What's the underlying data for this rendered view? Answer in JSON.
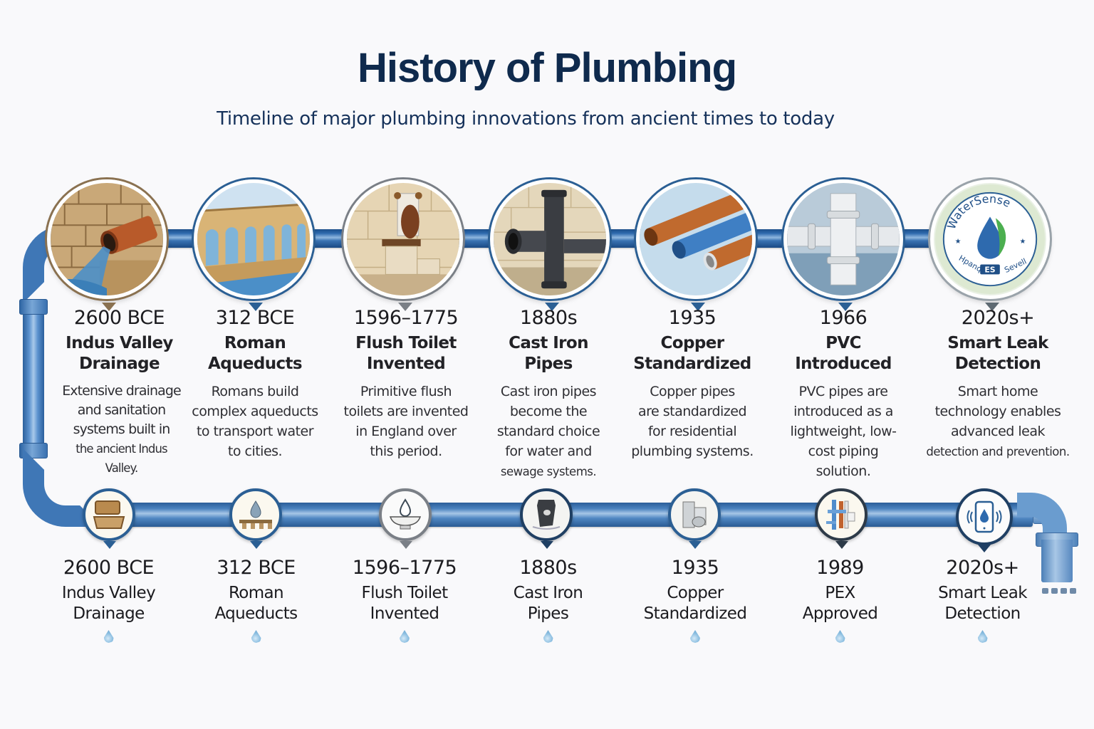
{
  "header": {
    "title": "History of Plumbing",
    "subtitle": "Timeline of major plumbing innovations from ancient times to today"
  },
  "colors": {
    "title": "#0f2a4d",
    "pipe": "#2e6aae",
    "ring_blue": "#2b5f94",
    "ring_bronze": "#8a7150",
    "ring_gray": "#7a7f86"
  },
  "top_timeline": [
    {
      "year": "2600 BCE",
      "name_line1": "Indus Valley",
      "name_line2": "Drainage",
      "desc": [
        "Extensive drainage",
        "and sanitation",
        "systems built in",
        "the ancient Indus",
        "Valley."
      ],
      "image": "stone-drain-pipe-illustration"
    },
    {
      "year": "312 BCE",
      "name_line1": "Roman",
      "name_line2": "Aqueducts",
      "desc": [
        "Romans build",
        "complex aqueducts",
        "to transport water",
        "to cities."
      ],
      "image": "roman-aqueduct-illustration"
    },
    {
      "year": "1596–1775",
      "name_line1": "Flush Toilet",
      "name_line2": "Invented",
      "desc": [
        "Primitive flush",
        "toilets are invented",
        "in England over",
        "this period."
      ],
      "image": "early-flush-toilet-illustration"
    },
    {
      "year": "1880s",
      "name_line1": "Cast Iron",
      "name_line2": "Pipes",
      "desc": [
        "Cast iron pipes",
        "become the",
        "standard choice",
        "for water and",
        "sewage systems."
      ],
      "image": "cast-iron-pipe-tee-illustration"
    },
    {
      "year": "1935",
      "name_line1": "Copper",
      "name_line2": "Standardized",
      "desc": [
        "Copper pipes",
        "are standardized",
        "for residential",
        "plumbing systems."
      ],
      "image": "copper-pipes-illustration"
    },
    {
      "year": "1966",
      "name_line1": "PVC",
      "name_line2": "Introduced",
      "desc": [
        "PVC pipes are",
        "introduced as a",
        "lightweight, low-",
        "cost piping",
        "solution."
      ],
      "image": "pvc-pipe-fitting-illustration"
    },
    {
      "year": "2020s+",
      "name_line1": "Smart Leak",
      "name_line2": "Detection",
      "desc": [
        "Smart home",
        "technology enables",
        "advanced leak",
        "detection and prevention."
      ],
      "image": "watersense-badge",
      "badge_text_top": "WaterSense",
      "badge_text_left": "Hpanq",
      "badge_text_mid": "ES",
      "badge_text_right": "Sevell"
    }
  ],
  "bottom_timeline": [
    {
      "year": "2600 BCE",
      "name_line1": "Indus Valley",
      "name_line2": "Drainage",
      "icon": "brick-icon"
    },
    {
      "year": "312 BCE",
      "name_line1": "Roman",
      "name_line2": "Aqueducts",
      "icon": "aqueduct-drop-icon"
    },
    {
      "year": "1596–1775",
      "name_line1": "Flush Toilet",
      "name_line2": "Invented",
      "icon": "basin-drop-icon"
    },
    {
      "year": "1880s",
      "name_line1": "Cast Iron",
      "name_line2": "Pipes",
      "icon": "iron-fitting-icon"
    },
    {
      "year": "1935",
      "name_line1": "Copper",
      "name_line2": "Standardized",
      "icon": "appliance-icon"
    },
    {
      "year": "1989",
      "name_line1": "PEX",
      "name_line2": "Approved",
      "icon": "pex-pipes-icon"
    },
    {
      "year": "2020s+",
      "name_line1": "Smart Leak",
      "name_line2": "Detection",
      "icon": "smartphone-leak-icon"
    }
  ]
}
